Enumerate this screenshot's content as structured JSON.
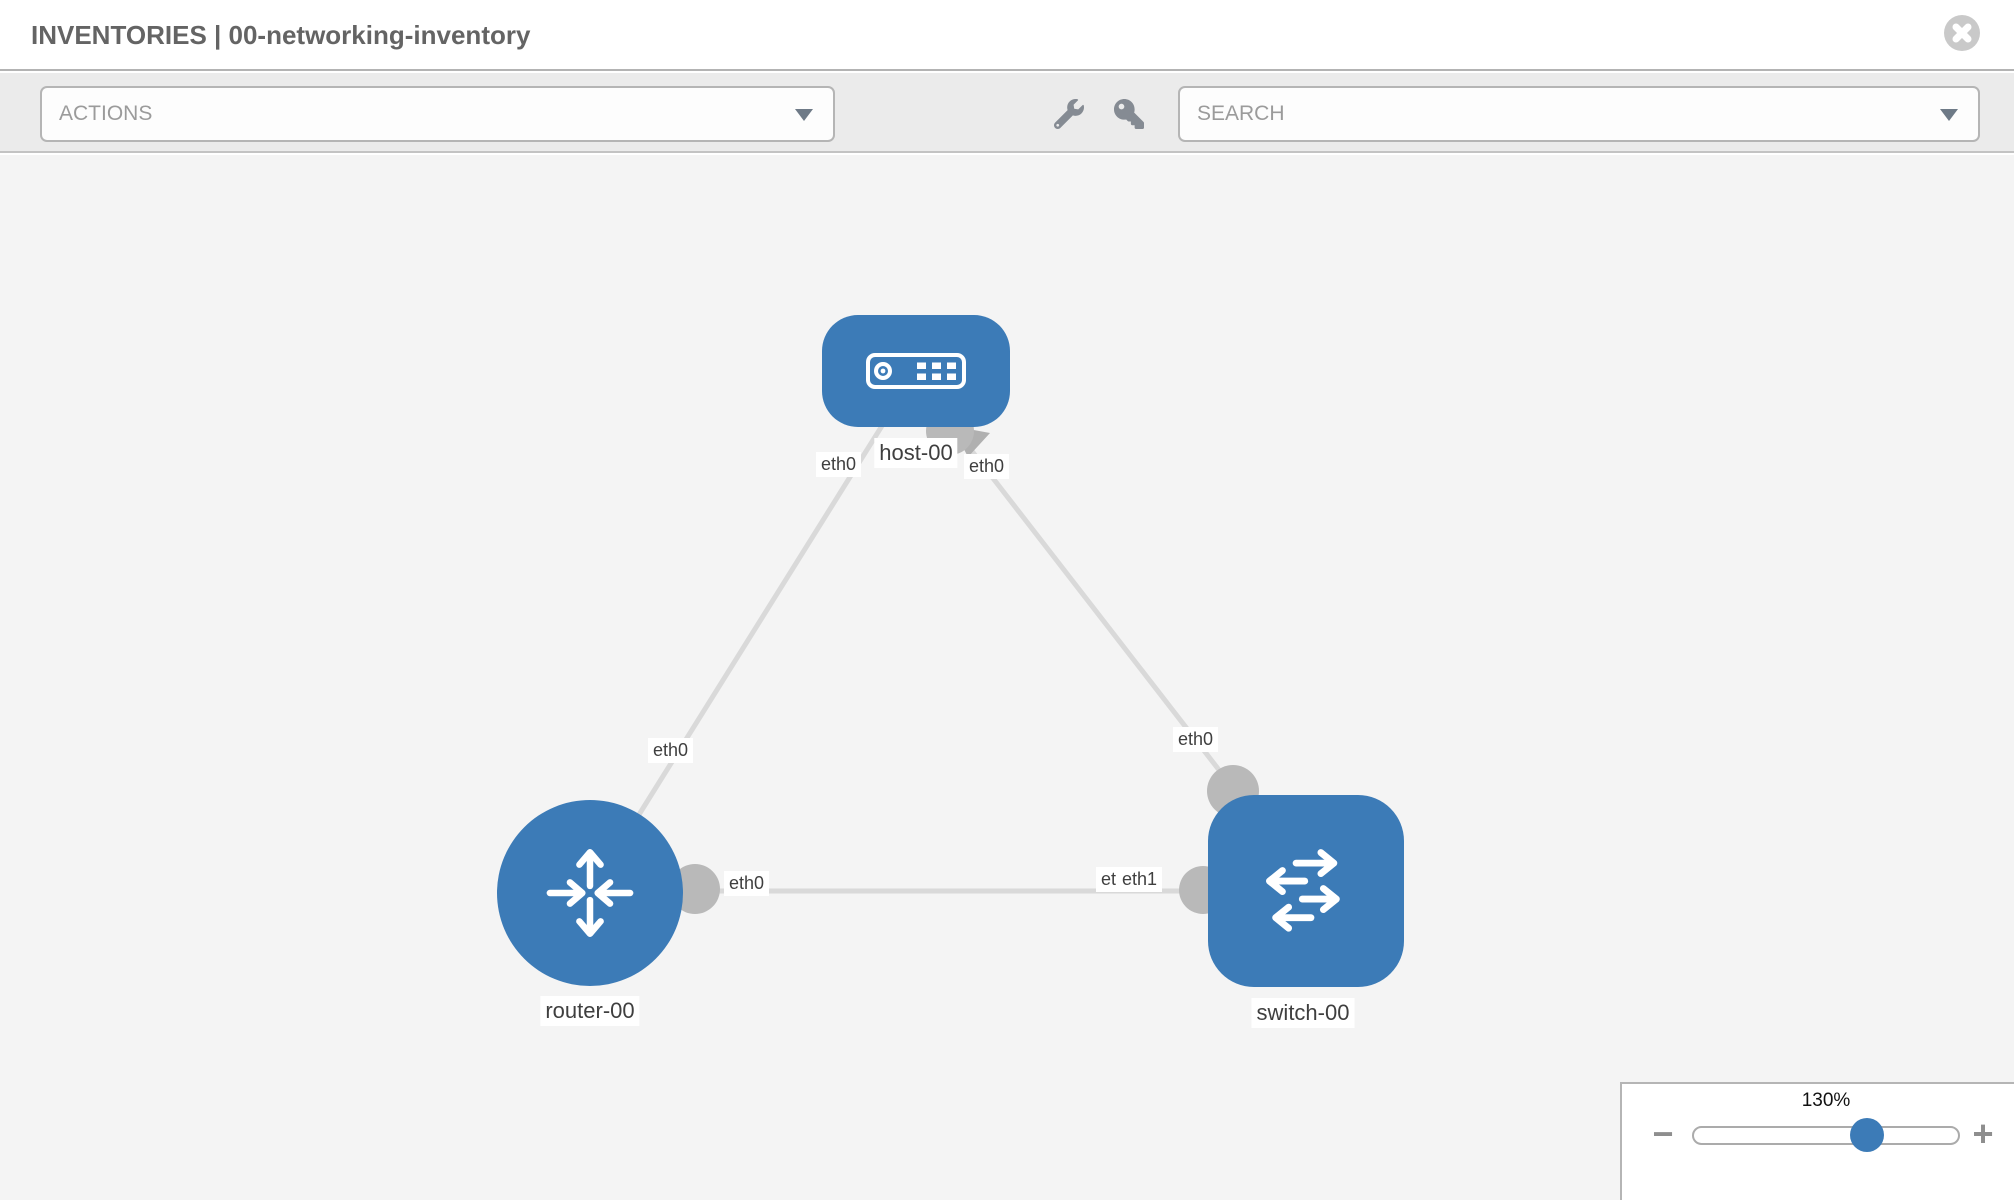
{
  "header": {
    "title": "INVENTORIES | 00-networking-inventory"
  },
  "toolbar": {
    "actions_label": "ACTIONS",
    "search_label": "SEARCH"
  },
  "topology": {
    "nodes": [
      {
        "label": "host-00",
        "type": "host"
      },
      {
        "label": "router-00",
        "type": "router"
      },
      {
        "label": "switch-00",
        "type": "switch"
      }
    ],
    "interface_labels": {
      "host_left": "eth0",
      "host_right": "eth0",
      "router_uplink": "eth0",
      "switch_uplink": "eth0",
      "router_right": "eth0",
      "switch_left_back": "eth0",
      "switch_left_front": "eth1"
    },
    "links": [
      {
        "from": "router-00",
        "to": "host-00",
        "from_interface": "eth0",
        "to_interface": "eth0"
      },
      {
        "from": "switch-00",
        "to": "host-00",
        "from_interface": "eth0",
        "to_interface": "eth0"
      },
      {
        "from": "router-00",
        "to": "switch-00",
        "from_interface": "eth0",
        "to_interface": "eth1"
      }
    ]
  },
  "zoom_control": {
    "level": "130%",
    "minus_label": "−",
    "plus_label": "+"
  },
  "colors": {
    "node_blue": "#3c7bb7",
    "link_gray": "#d9d9d9",
    "dot_gray": "#b9b9b9",
    "chip_text": "#3f3f3f"
  }
}
